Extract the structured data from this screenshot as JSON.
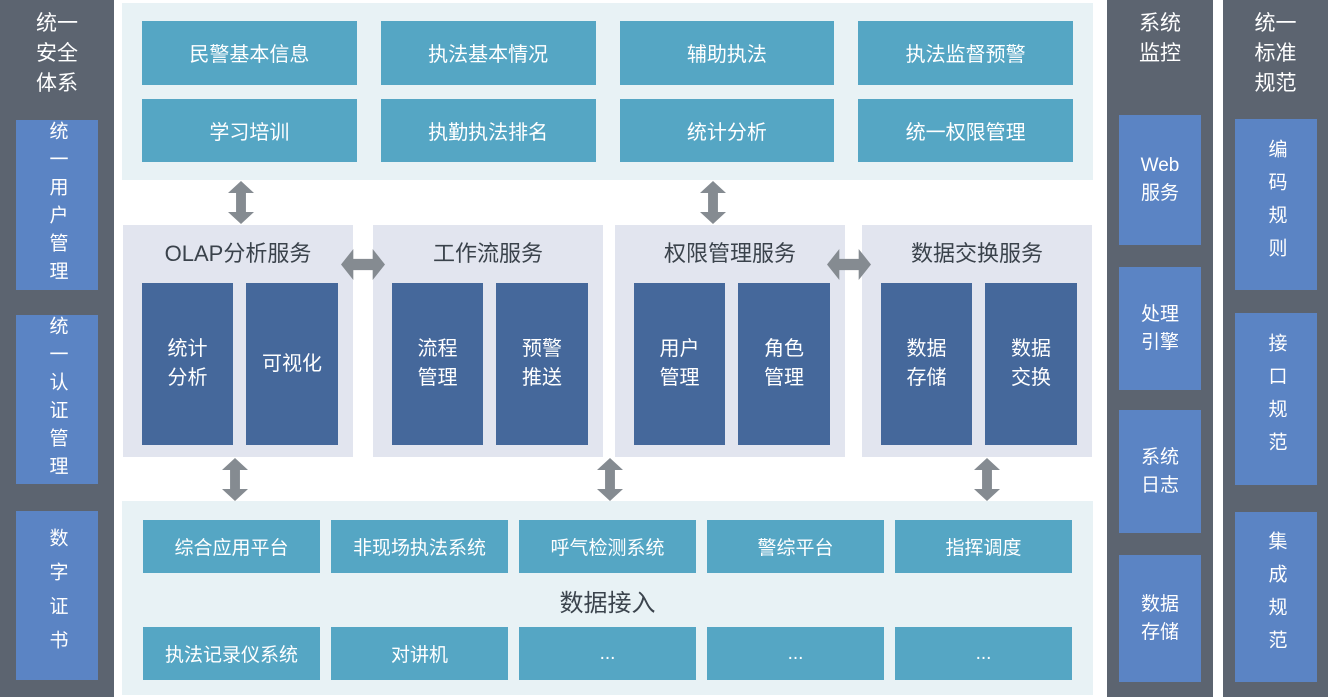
{
  "colors": {
    "sidebar_bg": "#5c6470",
    "sidebar_box_blue": "#5b84c4",
    "band_bg": "#e8f2f5",
    "teal_box": "#55a6c4",
    "panel_bg": "#e2e5ef",
    "panel_box_blue": "#45689b",
    "arrow_gray": "#858b91",
    "heading_text": "#3a424b",
    "box_text": "#ffffff"
  },
  "left_sidebar": {
    "title": "统一\n安全\n体系",
    "items": [
      {
        "label": "统一用户管理"
      },
      {
        "label": "统一认证管理"
      },
      {
        "label": "数字证书"
      }
    ]
  },
  "top_band": {
    "boxes": [
      "民警基本信息",
      "执法基本情况",
      "辅助执法",
      "执法监督预警",
      "学习培训",
      "执勤执法排名",
      "统计分析",
      "统一权限管理"
    ]
  },
  "services": [
    {
      "title": "OLAP分析服务",
      "boxes": [
        "统计\n分析",
        "可视化"
      ]
    },
    {
      "title": "工作流服务",
      "boxes": [
        "流程\n管理",
        "预警\n推送"
      ]
    },
    {
      "title": "权限管理服务",
      "boxes": [
        "用户\n管理",
        "角色\n管理"
      ]
    },
    {
      "title": "数据交换服务",
      "boxes": [
        "数据\n存储",
        "数据\n交换"
      ]
    }
  ],
  "bottom_band": {
    "row1": [
      "综合应用平台",
      "非现场执法系统",
      "呼气检测系统",
      "警综平台",
      "指挥调度"
    ],
    "label": "数据接入",
    "row2": [
      "执法记录仪系统",
      "对讲机",
      "...",
      "...",
      "..."
    ]
  },
  "monitor_column": {
    "title": "系统\n监控",
    "items": [
      "Web\n服务",
      "处理\n引擎",
      "系统\n日志",
      "数据\n存储"
    ]
  },
  "standards_column": {
    "title": "统一\n标准\n规范",
    "items": [
      "编码规则",
      "接口规范",
      "集成规范"
    ]
  }
}
